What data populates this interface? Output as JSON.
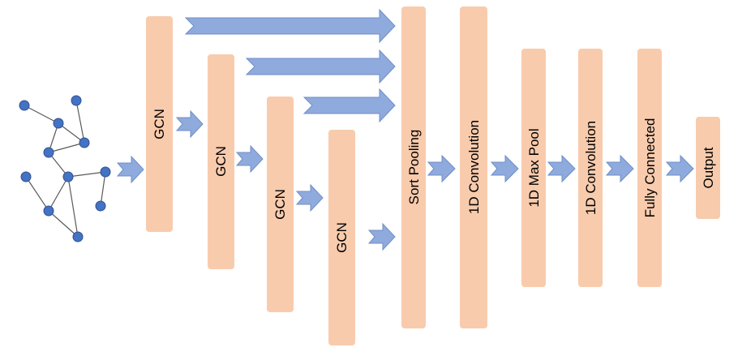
{
  "blocks": [
    {
      "id": "gcn-1",
      "label": "GCN"
    },
    {
      "id": "gcn-2",
      "label": "GCN"
    },
    {
      "id": "gcn-3",
      "label": "GCN"
    },
    {
      "id": "gcn-4",
      "label": "GCN"
    },
    {
      "id": "sort-pooling",
      "label": "Sort Pooling"
    },
    {
      "id": "conv1d-1",
      "label": "1D Convolution"
    },
    {
      "id": "maxpool1d",
      "label": "1D Max Pool"
    },
    {
      "id": "conv1d-2",
      "label": "1D Convolution"
    },
    {
      "id": "fully-connected",
      "label": "Fully Connected"
    },
    {
      "id": "output",
      "label": "Output"
    }
  ],
  "colors": {
    "block_fill": "#f8cbad",
    "arrow_fill": "#8faadc",
    "graph_node": "#4472c4",
    "graph_edge": "#5a5a5a"
  }
}
